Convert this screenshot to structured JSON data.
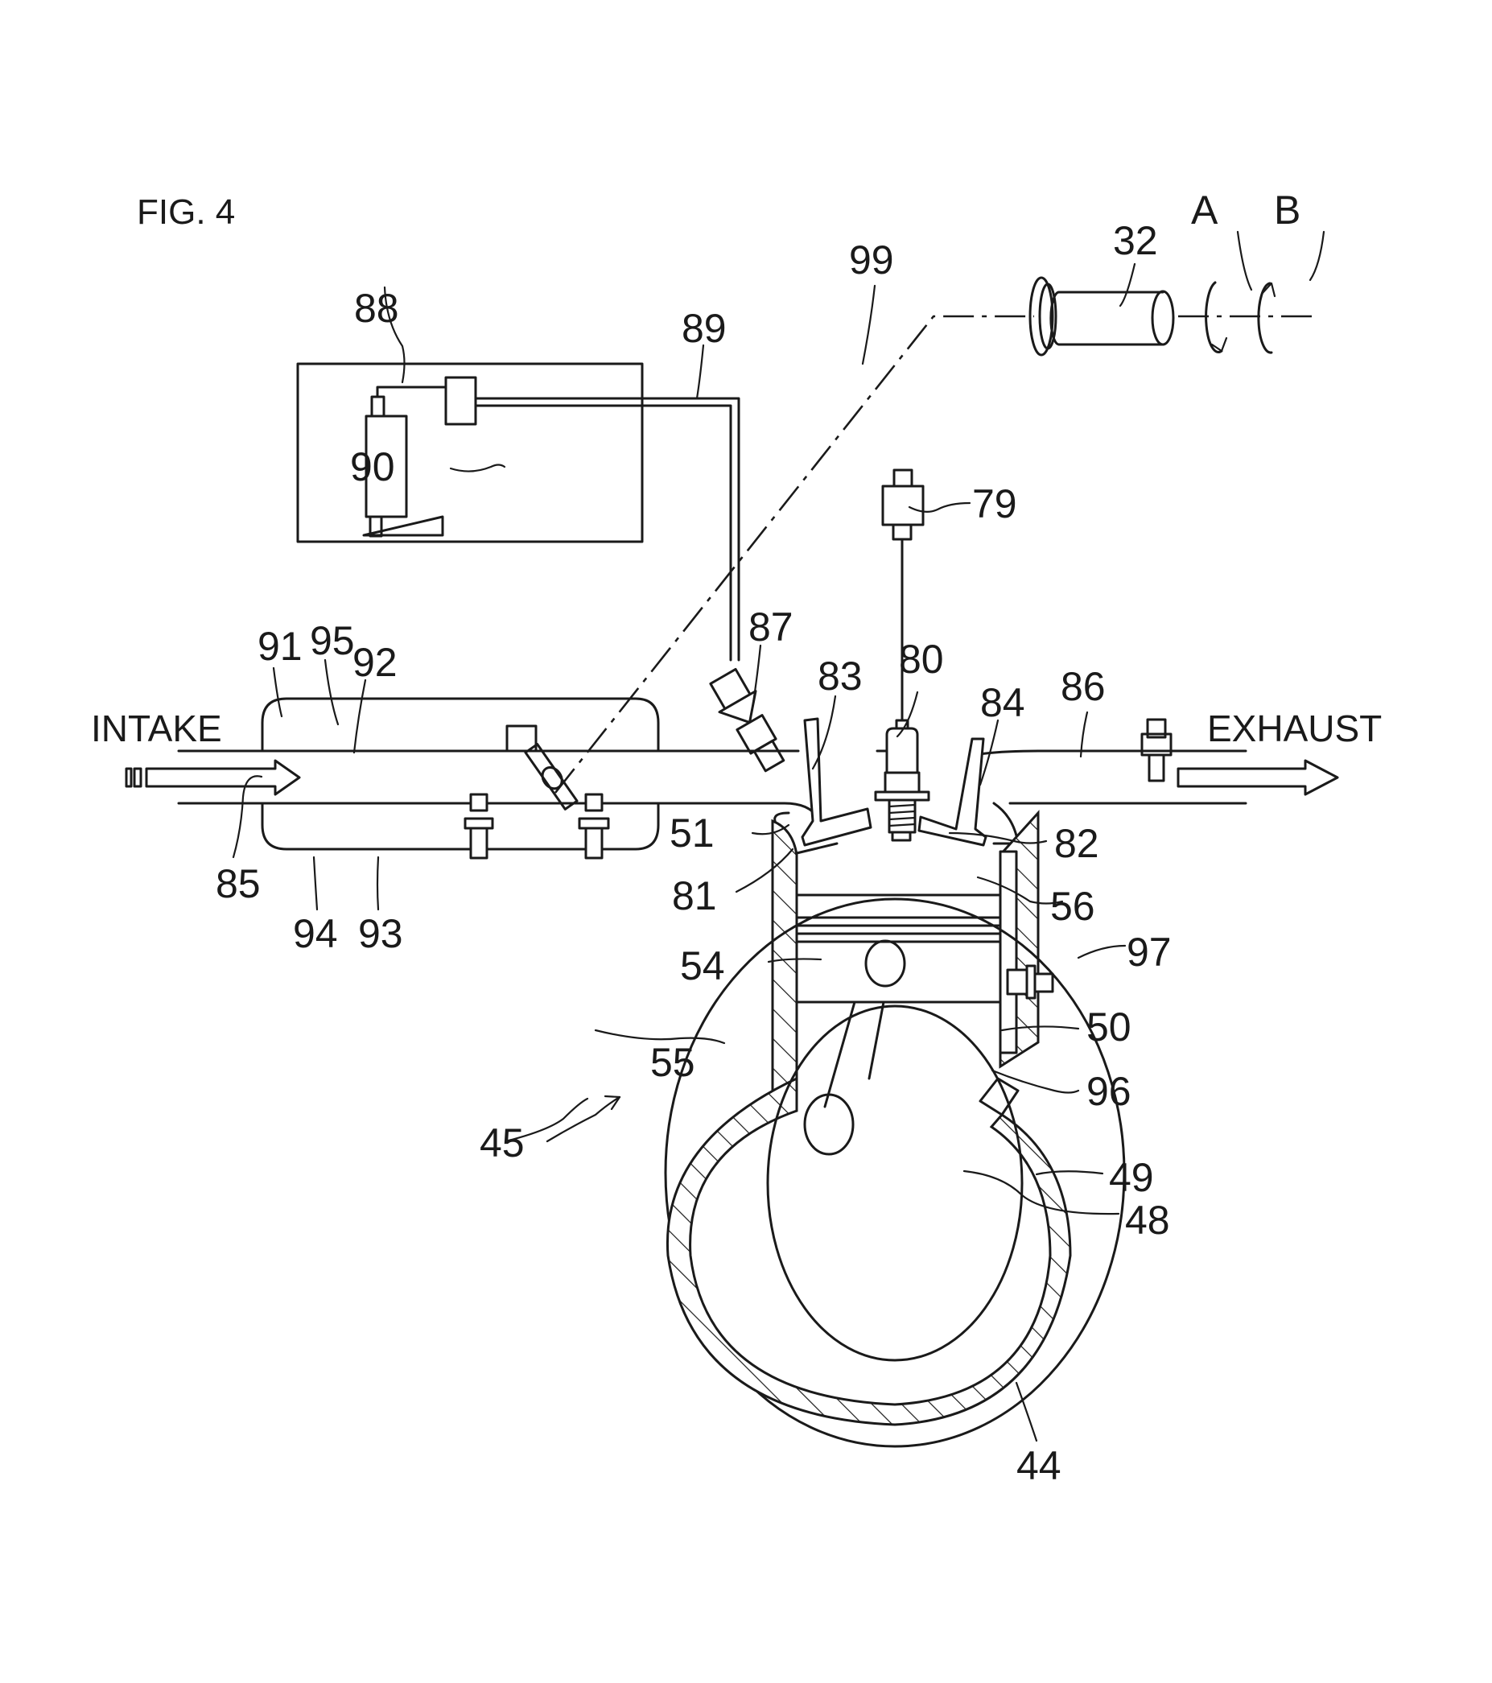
{
  "figure": {
    "title": "FIG. 4",
    "flow_labels": {
      "intake": "INTAKE",
      "exhaust": "EXHAUST"
    },
    "rotation_labels": {
      "a": "A",
      "b": "B"
    },
    "reference_numerals": {
      "engine": "45",
      "crankcase": "44",
      "crankshaft": "48",
      "crank_chamber_wall": "49",
      "cylinder": "50",
      "cylinder_head": "51",
      "piston": "54",
      "connecting_rod": "55",
      "combustion_chamber": "56",
      "ignition_coil": "79",
      "spark_plug": "80",
      "intake_port": "81",
      "exhaust_port": "82",
      "intake_valve": "83",
      "exhaust_valve": "84",
      "intake_pipe": "85",
      "exhaust_pipe": "86",
      "injector": "87",
      "fuel_tank": "88",
      "fuel_hose": "89",
      "fuel_pump": "90",
      "throttle_body": "91",
      "throttle_valve": "92",
      "intake_pressure_sensor": "93",
      "intake_temperature_sensor": "94",
      "throttle_position_sensor": "95",
      "crank_angle_sensor": "96",
      "temperature_sensor": "97",
      "throttle_cable": "99",
      "grip": "32"
    }
  }
}
